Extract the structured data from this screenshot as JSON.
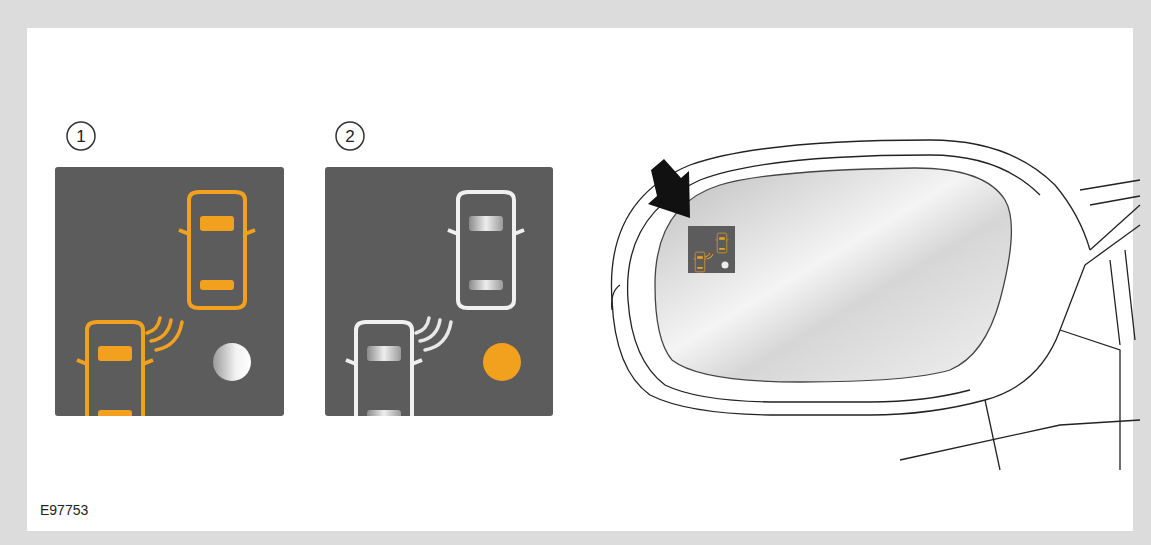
{
  "diagram": {
    "labels": [
      "1",
      "2",
      "E97753"
    ]
  }
}
